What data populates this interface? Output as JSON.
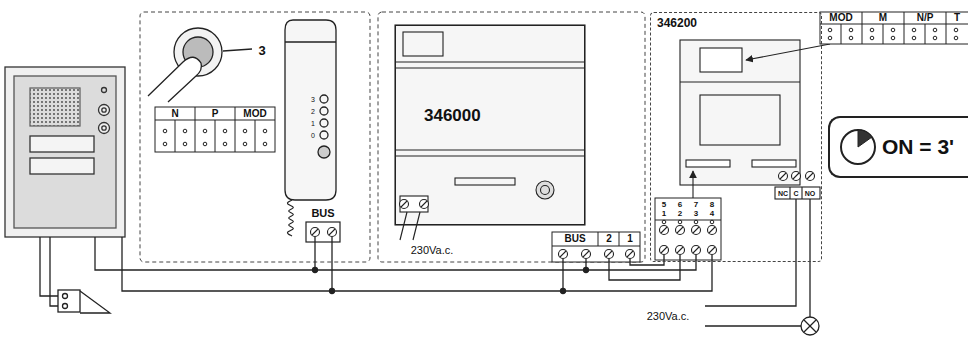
{
  "diagram": {
    "nodes": [
      {
        "text": [
          "346000"
        ]
      },
      {
        "text": [
          "346200"
        ]
      },
      {
        "text": [
          "ON = 3'"
        ]
      }
    ],
    "labels": [
      "3",
      "N",
      "P",
      "MOD",
      "3",
      "2",
      "1",
      "0",
      "BUS",
      "230Va.c.",
      "BUS",
      "2",
      "1",
      "5",
      "6",
      "7",
      "8",
      "1",
      "2",
      "3",
      "4",
      "NC",
      "C",
      "NO",
      "MOD",
      "M",
      "N/P",
      "T",
      "230Va.c."
    ]
  }
}
